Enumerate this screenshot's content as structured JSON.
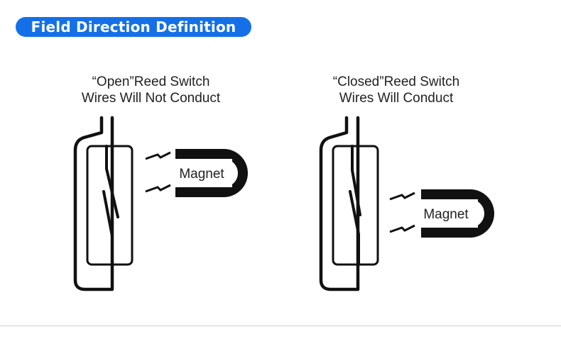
{
  "header": {
    "title": "Field Direction Definition"
  },
  "open_switch": {
    "caption_line1": "“Open”Reed Switch",
    "caption_line2": "Wires Will Not Conduct",
    "magnet_label": "Magnet"
  },
  "closed_switch": {
    "caption_line1": "“Closed”Reed Switch",
    "caption_line2": "Wires Will Conduct",
    "magnet_label": "Magnet"
  },
  "colors": {
    "accent": "#1570e8",
    "ink": "#111111"
  }
}
